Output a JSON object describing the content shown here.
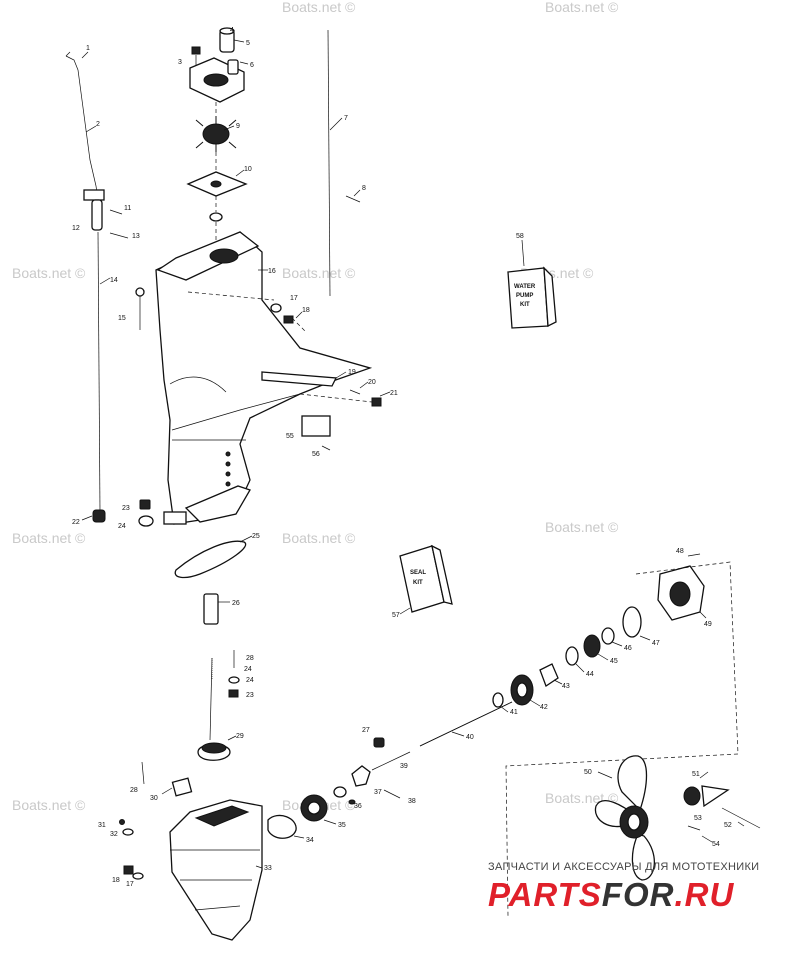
{
  "watermark": "Boats.net ©",
  "part_numbers": [
    "1",
    "2",
    "3",
    "4",
    "5",
    "6",
    "7",
    "8",
    "9",
    "10",
    "11",
    "12",
    "13",
    "14",
    "15",
    "16",
    "17",
    "18",
    "19",
    "20",
    "21",
    "22",
    "23",
    "24",
    "25",
    "26",
    "27",
    "28",
    "29",
    "30",
    "31",
    "32",
    "33",
    "34",
    "35",
    "36",
    "37",
    "38",
    "39",
    "40",
    "41",
    "42",
    "43",
    "44",
    "45",
    "46",
    "47",
    "48",
    "49",
    "50",
    "51",
    "52",
    "53",
    "54",
    "55",
    "56",
    "57",
    "58"
  ],
  "kits": {
    "water_pump": [
      "WATER",
      "PUMP",
      "KIT"
    ],
    "seal": [
      "SEAL",
      "KIT"
    ]
  },
  "footer": {
    "caption": "ЗАПЧАСТИ И АКСЕССУАРЫ ДЛЯ МОТОТЕХНИКИ",
    "brand_red": "PARTS",
    "brand_dark": "FOR",
    "brand_suffix": ".RU",
    "brand_red_color": "#e0202a",
    "brand_dark_color": "#333333"
  }
}
